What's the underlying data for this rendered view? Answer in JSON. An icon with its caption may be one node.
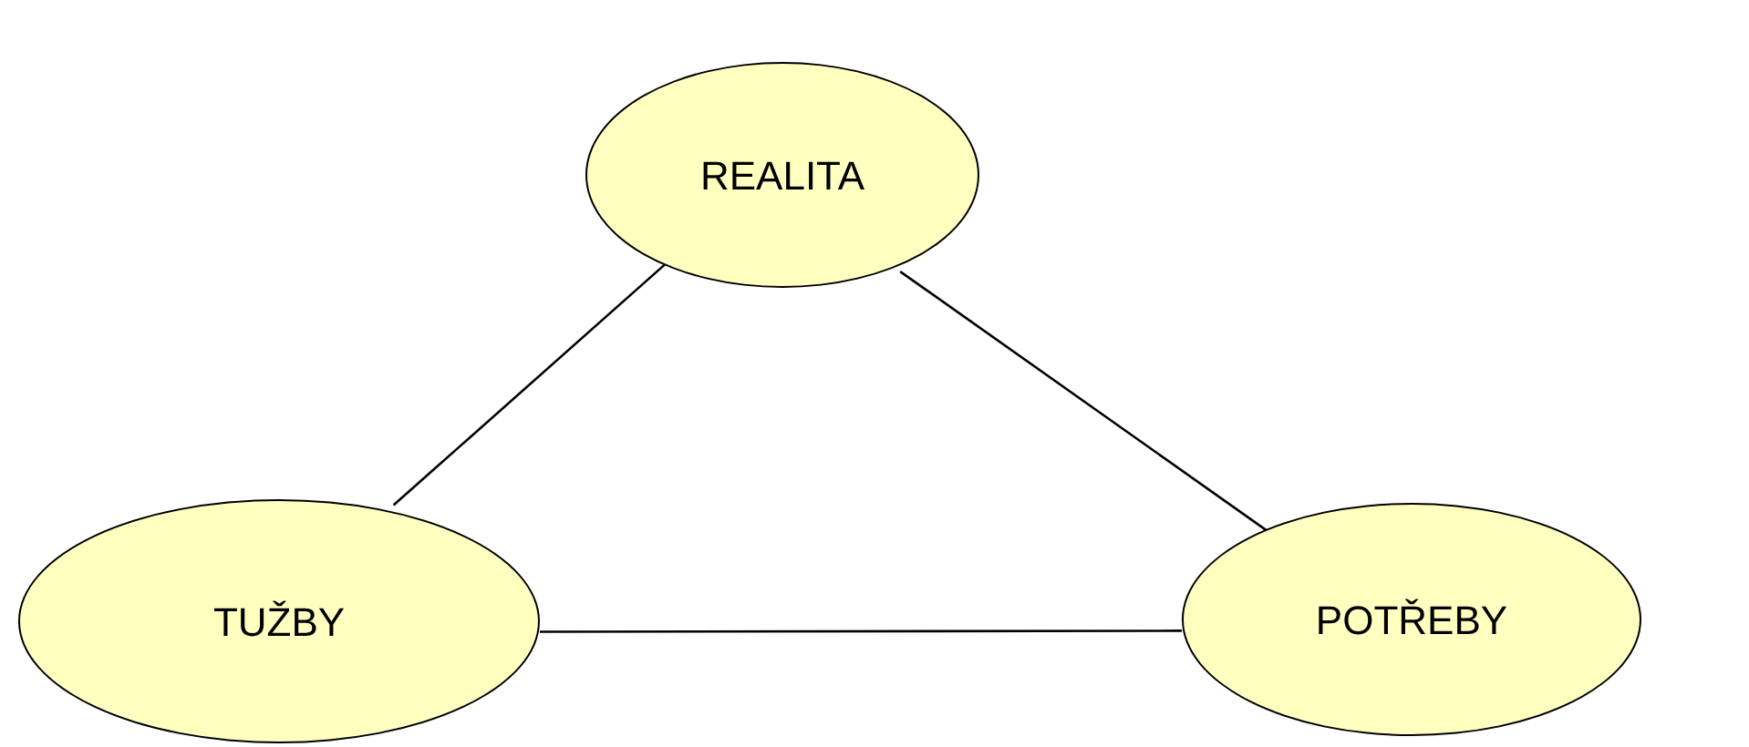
{
  "diagram": {
    "nodes": [
      {
        "text": [
          "REALITA"
        ]
      },
      {
        "text": [
          "TUŽBY"
        ]
      },
      {
        "text": [
          "POTŘEBY"
        ]
      }
    ],
    "edges": [
      {
        "from": 0,
        "to": 1,
        "arrow": "none"
      },
      {
        "from": 0,
        "to": 2,
        "arrow": "none"
      },
      {
        "from": 1,
        "to": 2,
        "arrow": "none"
      }
    ]
  }
}
